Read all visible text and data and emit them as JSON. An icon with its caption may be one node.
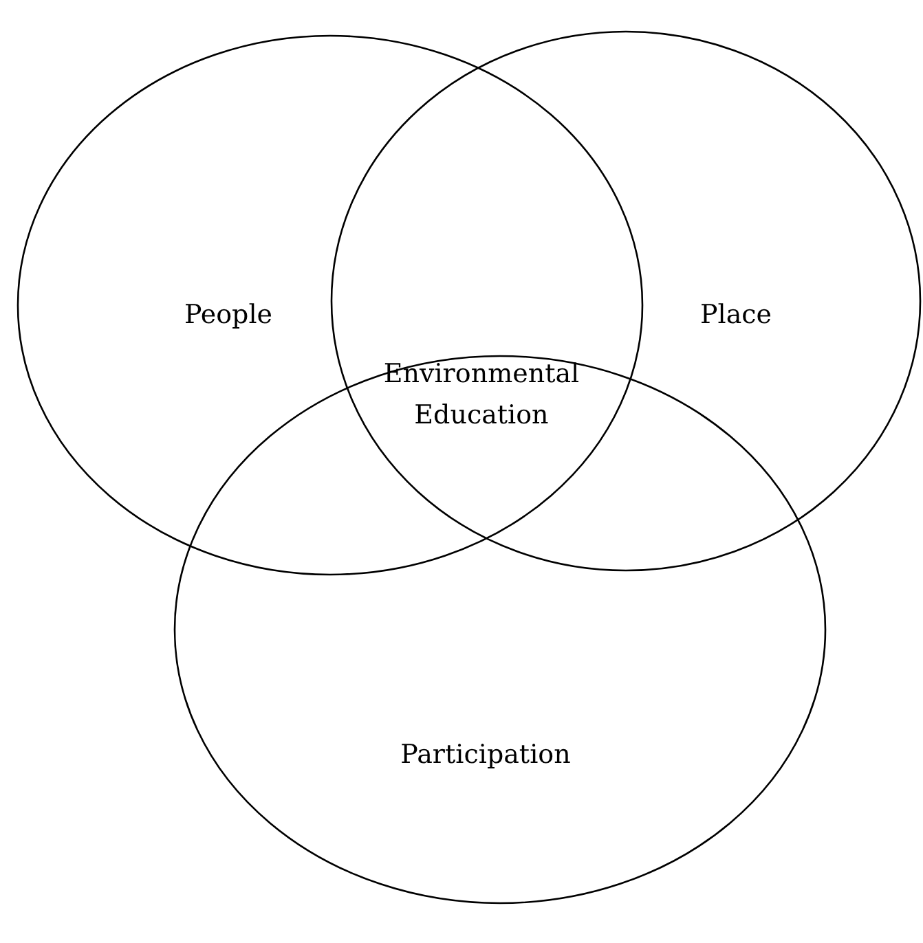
{
  "diagram": {
    "nodes": [
      {
        "text": [
          "People"
        ]
      },
      {
        "text": [
          "Place"
        ]
      },
      {
        "text": [
          "Participation"
        ]
      }
    ],
    "labels": [
      "Environmental Education"
    ]
  }
}
